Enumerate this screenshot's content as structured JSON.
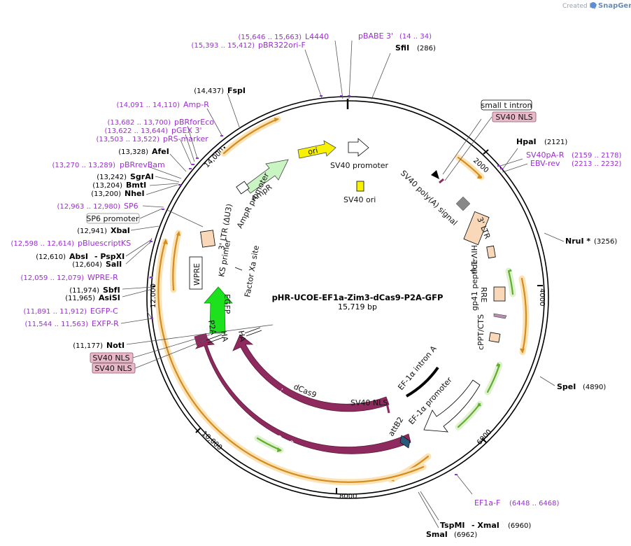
{
  "credit": {
    "prefix": "Created by",
    "brand": "SnapGene"
  },
  "plasmid": {
    "name": "pHR-UCOE-EF1a-Zim3-dCas9-P2A-GFP",
    "length": "15,719 bp"
  },
  "ticks": {
    "t2000": "2000",
    "t4000": "4000",
    "t6000": "6000",
    "t8000": "8000",
    "t10000": "10,000",
    "t12000": "12,000",
    "t14000": "14,000"
  },
  "sites": {
    "sfi": {
      "name": "SfiI",
      "pos": "(286)"
    },
    "hpa": {
      "name": "HpaI",
      "pos": "(2121)"
    },
    "nru": {
      "name": "NruI *",
      "pos": "(3256)"
    },
    "spe": {
      "name": "SpeI",
      "pos": "(4890)"
    },
    "tspmi": {
      "name": "TspMI",
      "sep": "- XmaI",
      "pos": "(6960)"
    },
    "sma": {
      "name": "SmaI",
      "pos": "(6962)"
    },
    "not": {
      "name": "NotI",
      "pos": "(11,177)"
    },
    "asisi": {
      "name": "AsiSI",
      "pos": "(11,965)"
    },
    "sbf": {
      "name": "SbfI",
      "pos": "(11,974)"
    },
    "sal": {
      "name": "SalI",
      "pos": "(12,604)"
    },
    "abs": {
      "name": "AbsI",
      "sep": "- PspXI",
      "pos": "(12,610)"
    },
    "xba": {
      "name": "XbaI",
      "pos": "(12,941)"
    },
    "nhe": {
      "name": "NheI",
      "pos": "(13,200)"
    },
    "bmt": {
      "name": "BmtI",
      "pos": "(13,204)"
    },
    "sgra": {
      "name": "SgrAI",
      "pos": "(13,242)"
    },
    "afe": {
      "name": "AfeI",
      "pos": "(13,328)"
    },
    "fsp": {
      "name": "FspI",
      "pos": "(14,437)"
    }
  },
  "primers": {
    "l4440": {
      "name": "L4440",
      "pos": "(15,646 .. 15,663)"
    },
    "pbr322": {
      "name": "pBR322ori-F",
      "pos": "(15,393 .. 15,412)"
    },
    "pbabe": {
      "name": "pBABE 3'",
      "pos": "(14 .. 34)"
    },
    "sv40pa": {
      "name": "SV40pA-R",
      "pos": "(2159 .. 2178)"
    },
    "ebvrev": {
      "name": "EBV-rev",
      "pos": "(2213 .. 2232)"
    },
    "ef1af": {
      "name": "EF1a-F",
      "pos": "(6448 .. 6468)"
    },
    "exfp": {
      "name": "EXFP-R",
      "pos": "(11,544 .. 11,563)"
    },
    "egfpc": {
      "name": "EGFP-C",
      "pos": "(11,891 .. 11,912)"
    },
    "wpre": {
      "name": "WPRE-R",
      "pos": "(12,059 .. 12,079)"
    },
    "pbks": {
      "name": "pBluescriptKS",
      "pos": "(12,598 .. 12,614)"
    },
    "sp6": {
      "name": "SP6",
      "pos": "(12,963 .. 12,980)"
    },
    "pbrrevbam": {
      "name": "pBRrevBam",
      "pos": "(13,270 .. 13,289)"
    },
    "prs": {
      "name": "pRS-marker",
      "pos": "(13,503 .. 13,522)"
    },
    "pgex": {
      "name": "pGEX 3'",
      "pos": "(13,622 .. 13,644)"
    },
    "pbrfor": {
      "name": "pBRforEco",
      "pos": "(13,682 .. 13,700)"
    },
    "ampr": {
      "name": "Amp-R",
      "pos": "(14,091 .. 14,110)"
    }
  },
  "boxed": {
    "smallt": "small t intron",
    "sv40nls_top": "SV40 NLS",
    "sp6prom": "SP6 promoter",
    "sv40nls_a": "SV40 NLS",
    "sv40nls_b": "SV40 NLS"
  },
  "features": {
    "ori": "ori",
    "sv40prom": "SV40 promoter",
    "sv40ori": "SV40 ori",
    "sv40polya": "SV40 poly(A) signal",
    "ltr3": "3' LTR",
    "hiv": "HIV-1 ψ",
    "rre": "RRE",
    "gp41": "gp41 peptide",
    "cppt": "cPPT/CTS",
    "ef1intron": "EF-1α intron A",
    "ef1prom": "EF-1α promoter",
    "attb2": "attB2",
    "sv40nls_inner": "SV40 NLS",
    "dcas9": "dCas9",
    "cas9": "Cas9",
    "ha1": "HA",
    "ha2": "HA",
    "p2a": "P2A",
    "egfp": "EGFP",
    "wpre": "WPRE",
    "ltr3du3": "3' LTR (ΔU3)",
    "ksprimer": "KS primer",
    "factorxa": "Factor Xa site",
    "amprprom": "AmpR promoter",
    "ampr": "AmpR"
  },
  "colors": {
    "orange_arrow": "#d58b1d",
    "orange_glow": "#fbe3b6",
    "green_arrow": "#5fae2e",
    "green_glow": "#dff1cf",
    "cas9": "#8e2a5e",
    "egfp": "#1ee11e",
    "ori": "#f8f200",
    "ampr": "#c9f5c3",
    "ltr": "#f8d8b8",
    "primer": "#9b2fd1",
    "nls_box": "#e9b8c9"
  }
}
